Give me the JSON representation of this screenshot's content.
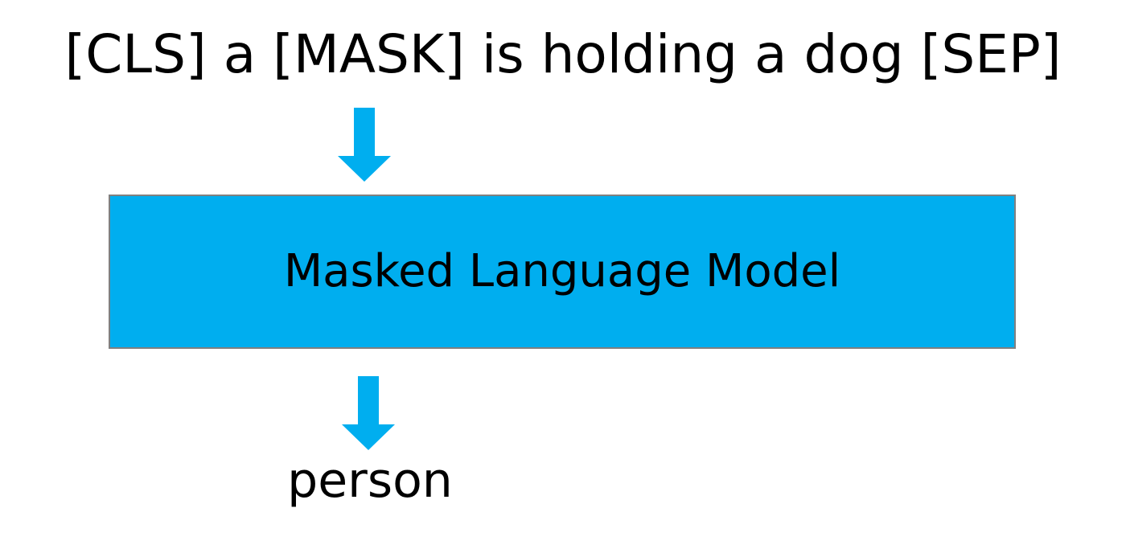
{
  "input": {
    "text": "[CLS] a [MASK] is holding a dog [SEP]"
  },
  "model": {
    "label": "Masked Language Model"
  },
  "output": {
    "text": "person"
  },
  "icons": {
    "input_arrow": "down-arrow-icon",
    "output_arrow": "down-arrow-icon"
  },
  "colors": {
    "model_fill": "#00aeef",
    "model_border": "#808080",
    "arrow": "#00aeef",
    "text": "#000000",
    "background": "#ffffff"
  }
}
